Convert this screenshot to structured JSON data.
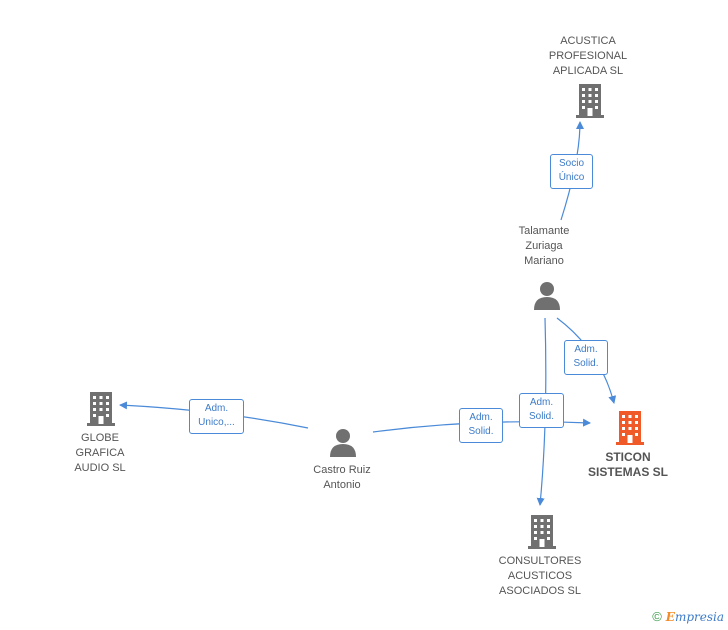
{
  "nodes": {
    "acustica": {
      "label": "ACUSTICA\nPROFESIONAL\nAPLICADA SL",
      "kind": "company"
    },
    "talamante": {
      "label": "Talamante\nZuriaga\nMariano",
      "kind": "person"
    },
    "globe": {
      "label": "GLOBE\nGRAFICA\nAUDIO SL",
      "kind": "company"
    },
    "castro": {
      "label": "Castro Ruiz\nAntonio",
      "kind": "person"
    },
    "sticon": {
      "label": "STICON\nSISTEMAS SL",
      "kind": "company-main"
    },
    "consultores": {
      "label": "CONSULTORES\nACUSTICOS\nASOCIADOS SL",
      "kind": "company"
    }
  },
  "edges": {
    "talamante_acustica": "Socio\nÚnico",
    "talamante_sticon": "Adm.\nSolid.",
    "castro_globe": "Adm.\nUnico,...",
    "castro_sticon": "Adm.\nSolid.",
    "talamante_consultores": "Adm.\nSolid."
  },
  "colors": {
    "company": "#707070",
    "person": "#707070",
    "main_company": "#f05a28",
    "edge": "#4a8ad8"
  },
  "brand": {
    "copyright": "©",
    "first_letter": "E",
    "rest": "mpresia"
  }
}
